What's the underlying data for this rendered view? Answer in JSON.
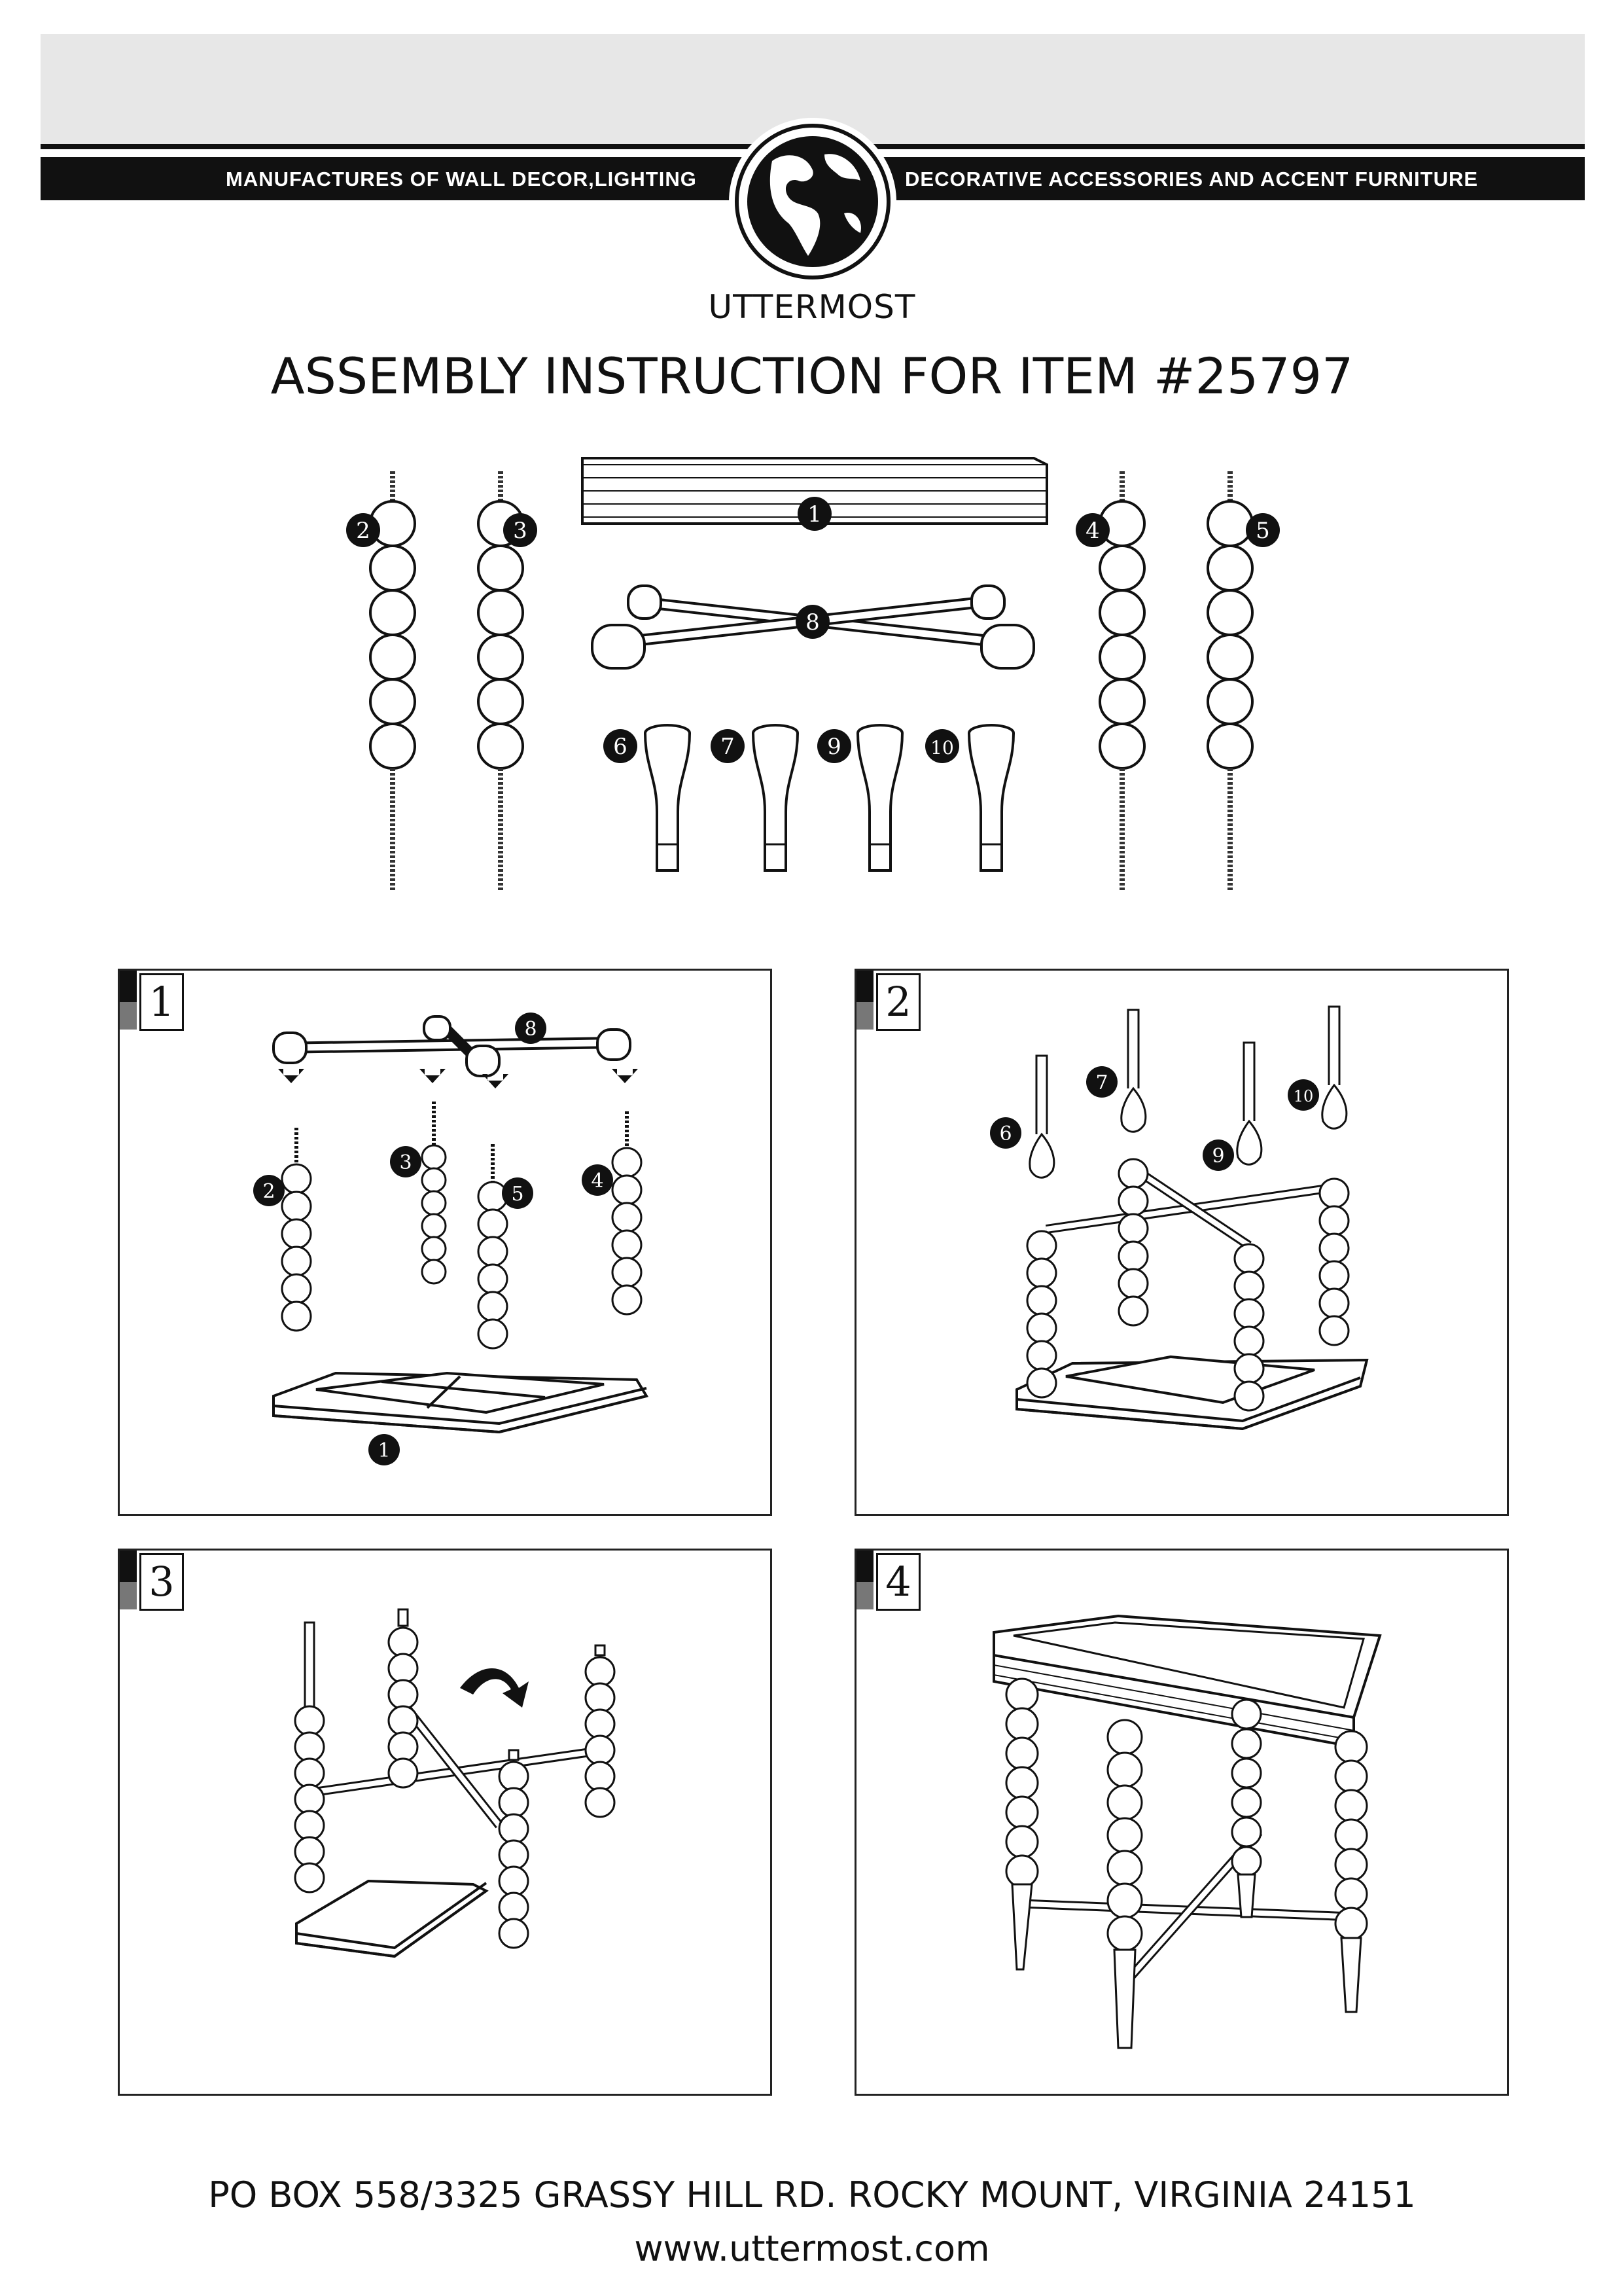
{
  "header": {
    "tagline_left": "MANUFACTURES OF WALL DECOR,LIGHTING",
    "tagline_right": "DECORATIVE ACCESSORIES AND ACCENT FURNITURE",
    "logo_icon": "globe-icon",
    "brand": "UTTERMOST",
    "title": "ASSEMBLY INSTRUCTION FOR ITEM #25797"
  },
  "parts": {
    "labels": [
      "1",
      "2",
      "3",
      "4",
      "5",
      "6",
      "7",
      "8",
      "9",
      "10"
    ]
  },
  "steps": [
    {
      "number": "1",
      "callouts": [
        "8",
        "2",
        "3",
        "5",
        "4",
        "1"
      ]
    },
    {
      "number": "2",
      "callouts": [
        "6",
        "7",
        "9",
        "10"
      ]
    },
    {
      "number": "3"
    },
    {
      "number": "4"
    }
  ],
  "footer": {
    "address": "PO BOX 558/3325 GRASSY HILL RD. ROCKY MOUNT, VIRGINIA 24151",
    "url": "www.uttermost.com"
  }
}
